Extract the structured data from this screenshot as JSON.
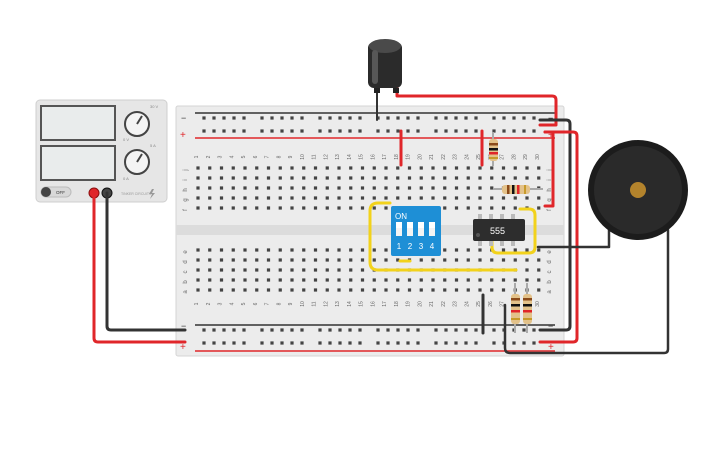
{
  "power_supply": {
    "switch_label": "OFF",
    "brand_text": "TINKER CIRCUITS",
    "knob_top_label_a": "30 V",
    "knob_top_label_b": "0 V",
    "knob_bottom_label_a": "5 A",
    "knob_bottom_label_b": "0 A"
  },
  "breadboard": {
    "columns": [
      "1",
      "2",
      "3",
      "4",
      "5",
      "6",
      "7",
      "8",
      "9",
      "10",
      "11",
      "12",
      "13",
      "14",
      "15",
      "16",
      "17",
      "18",
      "19",
      "20",
      "21",
      "22",
      "23",
      "24",
      "25",
      "26",
      "27",
      "28",
      "29",
      "30"
    ],
    "rows_top": [
      "j",
      "i",
      "h",
      "g",
      "f"
    ],
    "rows_bottom": [
      "e",
      "d",
      "c",
      "b",
      "a"
    ],
    "rail_minus": "−",
    "rail_plus": "+"
  },
  "dip_switch": {
    "on_label": "ON",
    "positions": [
      "1",
      "2",
      "3",
      "4"
    ]
  },
  "timer_chip": {
    "label": "555"
  },
  "colors": {
    "wire_red": "#e0262a",
    "wire_black": "#333333",
    "wire_yellow": "#f2d21b",
    "dip_blue": "#1e8fd6",
    "board": "#ececec",
    "rail_red": "#e0262a"
  }
}
